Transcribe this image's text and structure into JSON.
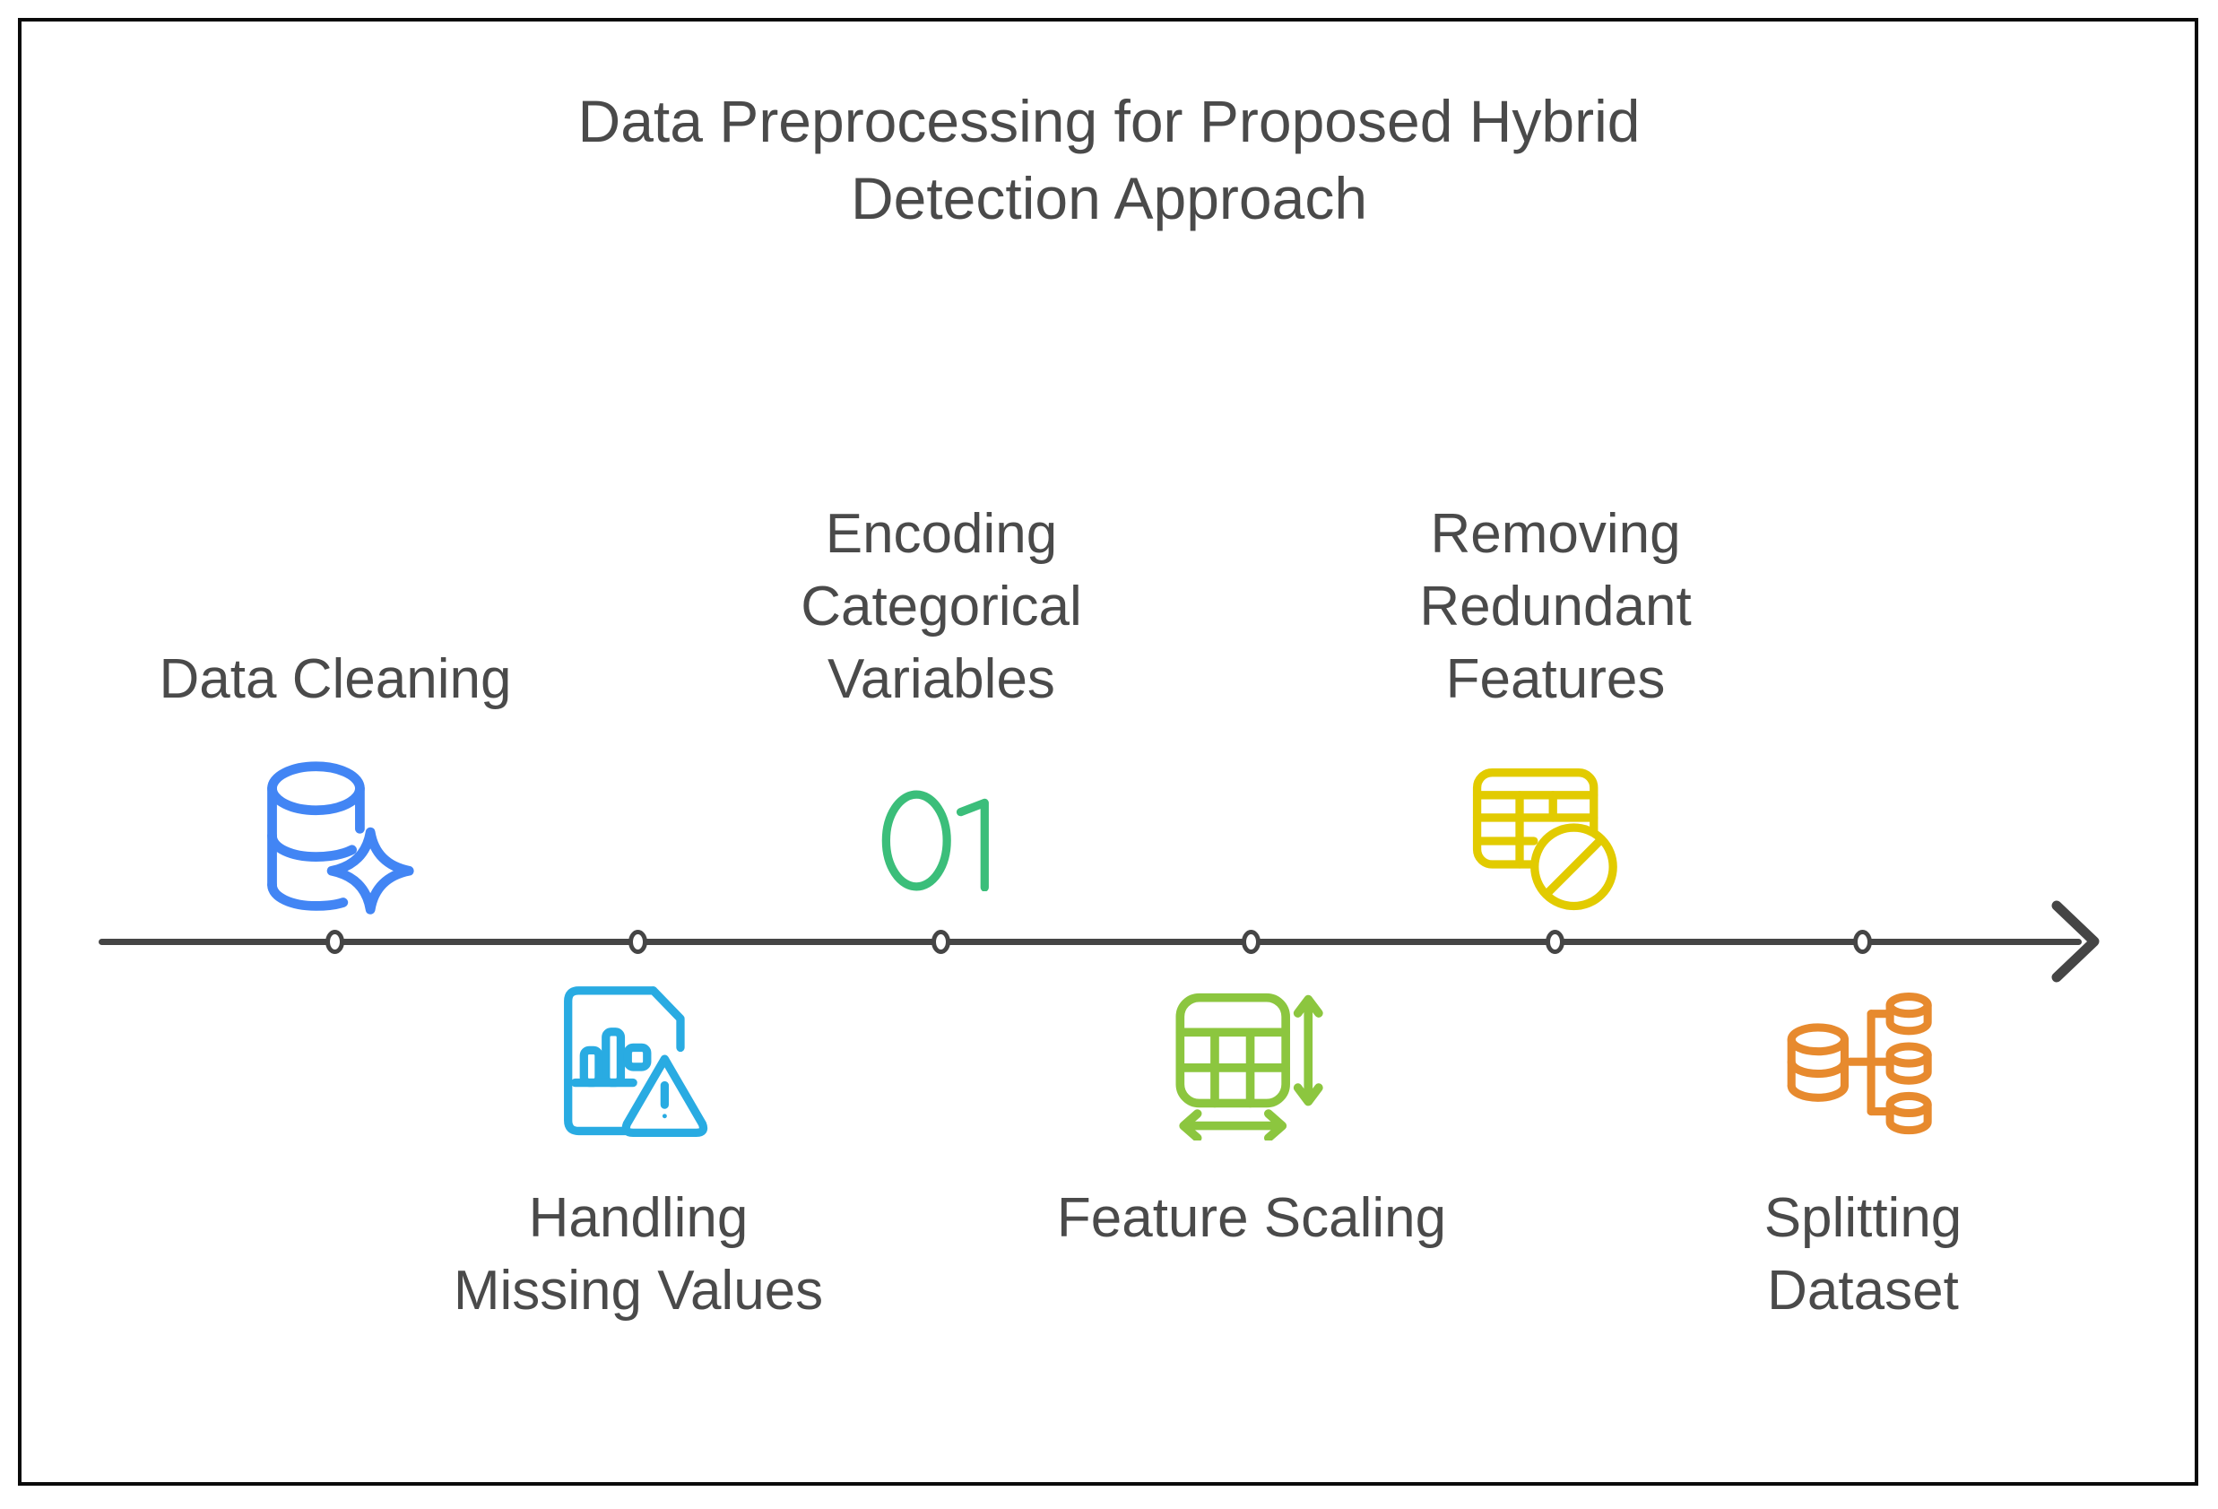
{
  "title": {
    "text": "Data Preprocessing for Proposed Hybrid\nDetection Approach"
  },
  "colors": {
    "text": "#4a4a4a",
    "timeline": "#454545",
    "border": "#0a0a0a",
    "background": "#ffffff"
  },
  "timeline": {
    "node_count": 6,
    "arrow_direction": "right"
  },
  "steps": [
    {
      "label": "Data Cleaning",
      "position": "above",
      "icon": "database-sparkle-icon",
      "color": "#4285F4"
    },
    {
      "label": "Handling\nMissing Values",
      "position": "below",
      "icon": "document-warning-icon",
      "color": "#29ABE2"
    },
    {
      "label": "Encoding\nCategorical\nVariables",
      "position": "above",
      "icon": "binary-01-icon",
      "icon_text": "01",
      "color": "#3BBE7A"
    },
    {
      "label": "Feature Scaling",
      "position": "below",
      "icon": "table-scaling-icon",
      "color": "#8CC63F"
    },
    {
      "label": "Removing\nRedundant\nFeatures",
      "position": "above",
      "icon": "table-prohibited-icon",
      "color": "#E2CB00"
    },
    {
      "label": "Splitting\nDataset",
      "position": "below",
      "icon": "database-split-icon",
      "color": "#E78A2E"
    }
  ]
}
